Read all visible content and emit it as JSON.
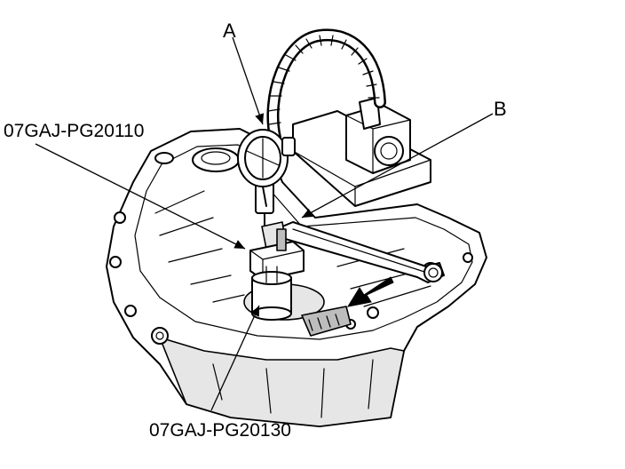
{
  "callouts": {
    "label_a": "A",
    "label_b": "B",
    "tool_upper": "07GAJ-PG20110",
    "tool_lower": "07GAJ-PG20130"
  },
  "colors": {
    "line": "#000000",
    "fill_light": "#e6e6e6",
    "fill_dark": "#bdbdbd",
    "background": "#ffffff"
  }
}
